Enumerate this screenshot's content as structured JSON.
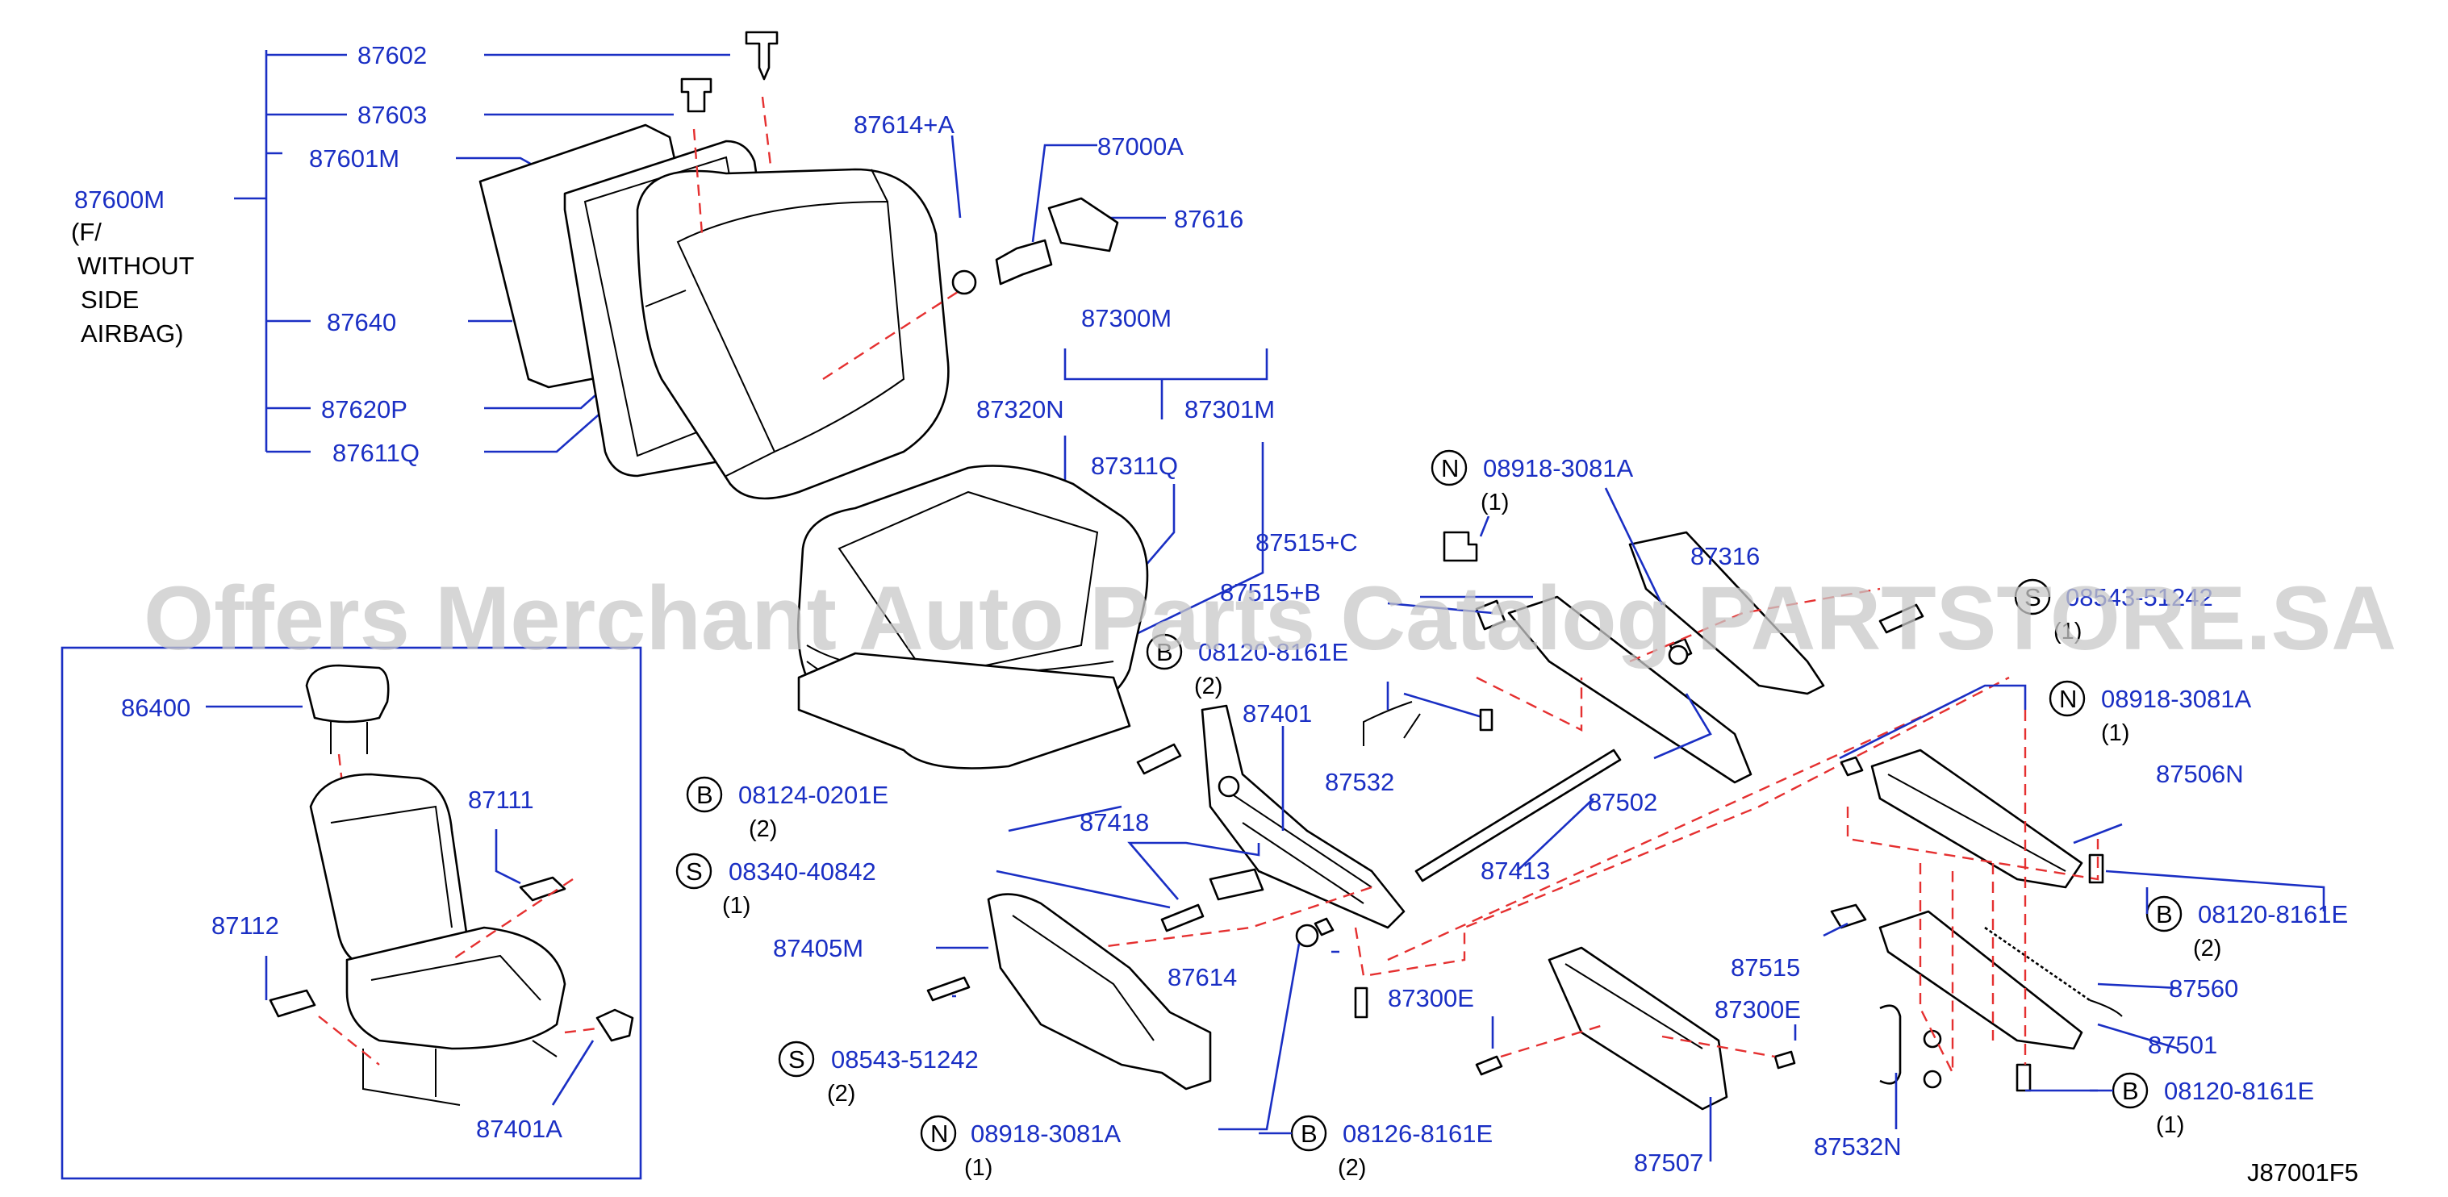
{
  "watermark": "Offers Merchant Auto Parts Catalog PARTSTORE.SA",
  "diagram_code": "J87001F5",
  "callouts": {
    "c87602": "87602",
    "c87603": "87603",
    "c87601M": "87601M",
    "c87600M": "87600M",
    "c87600M_note1": "(F/",
    "c87600M_note2": "WITHOUT",
    "c87600M_note3": "SIDE",
    "c87600M_note4": "AIRBAG)",
    "c87640": "87640",
    "c87620P": "87620P",
    "c87611Q": "87611Q",
    "c87614A": "87614+A",
    "c87000A": "87000A",
    "c87616": "87616",
    "c87300M": "87300M",
    "c87320N": "87320N",
    "c87301M": "87301M",
    "c87311Q": "87311Q",
    "c87515C": "87515+C",
    "c87515B": "87515+B",
    "c87316": "87316",
    "c87401": "87401",
    "c87532": "87532",
    "c87502": "87502",
    "c87418": "87418",
    "c87413": "87413",
    "c87405M": "87405M",
    "c87614": "87614",
    "c87300E_a": "87300E",
    "c87300E_b": "87300E",
    "c87506N": "87506N",
    "c87515": "87515",
    "c87560": "87560",
    "c87501": "87501",
    "c87507": "87507",
    "c87532N": "87532N",
    "c86400": "86400",
    "c87111": "87111",
    "c87112": "87112",
    "c87401A": "87401A"
  },
  "fasteners": {
    "f1": {
      "letter": "N",
      "part": "08918-3081A",
      "qty": "(1)"
    },
    "f2": {
      "letter": "S",
      "part": "08543-51242",
      "qty": "(1)"
    },
    "f3": {
      "letter": "B",
      "part": "08120-8161E",
      "qty": "(2)"
    },
    "f4": {
      "letter": "N",
      "part": "08918-3081A",
      "qty": "(1)"
    },
    "f5": {
      "letter": "B",
      "part": "08124-0201E",
      "qty": "(2)"
    },
    "f6": {
      "letter": "S",
      "part": "08340-40842",
      "qty": "(1)"
    },
    "f7": {
      "letter": "B",
      "part": "08120-8161E",
      "qty": "(2)"
    },
    "f8": {
      "letter": "S",
      "part": "08543-51242",
      "qty": "(2)"
    },
    "f9": {
      "letter": "B",
      "part": "08120-8161E",
      "qty": "(1)"
    },
    "f10": {
      "letter": "N",
      "part": "08918-3081A",
      "qty": "(1)"
    },
    "f11": {
      "letter": "B",
      "part": "08126-8161E",
      "qty": "(2)"
    }
  },
  "colors": {
    "label": "#1a2fc4",
    "leader": "#1a2fc4",
    "dashed": "#e53030",
    "outline": "#000000"
  }
}
